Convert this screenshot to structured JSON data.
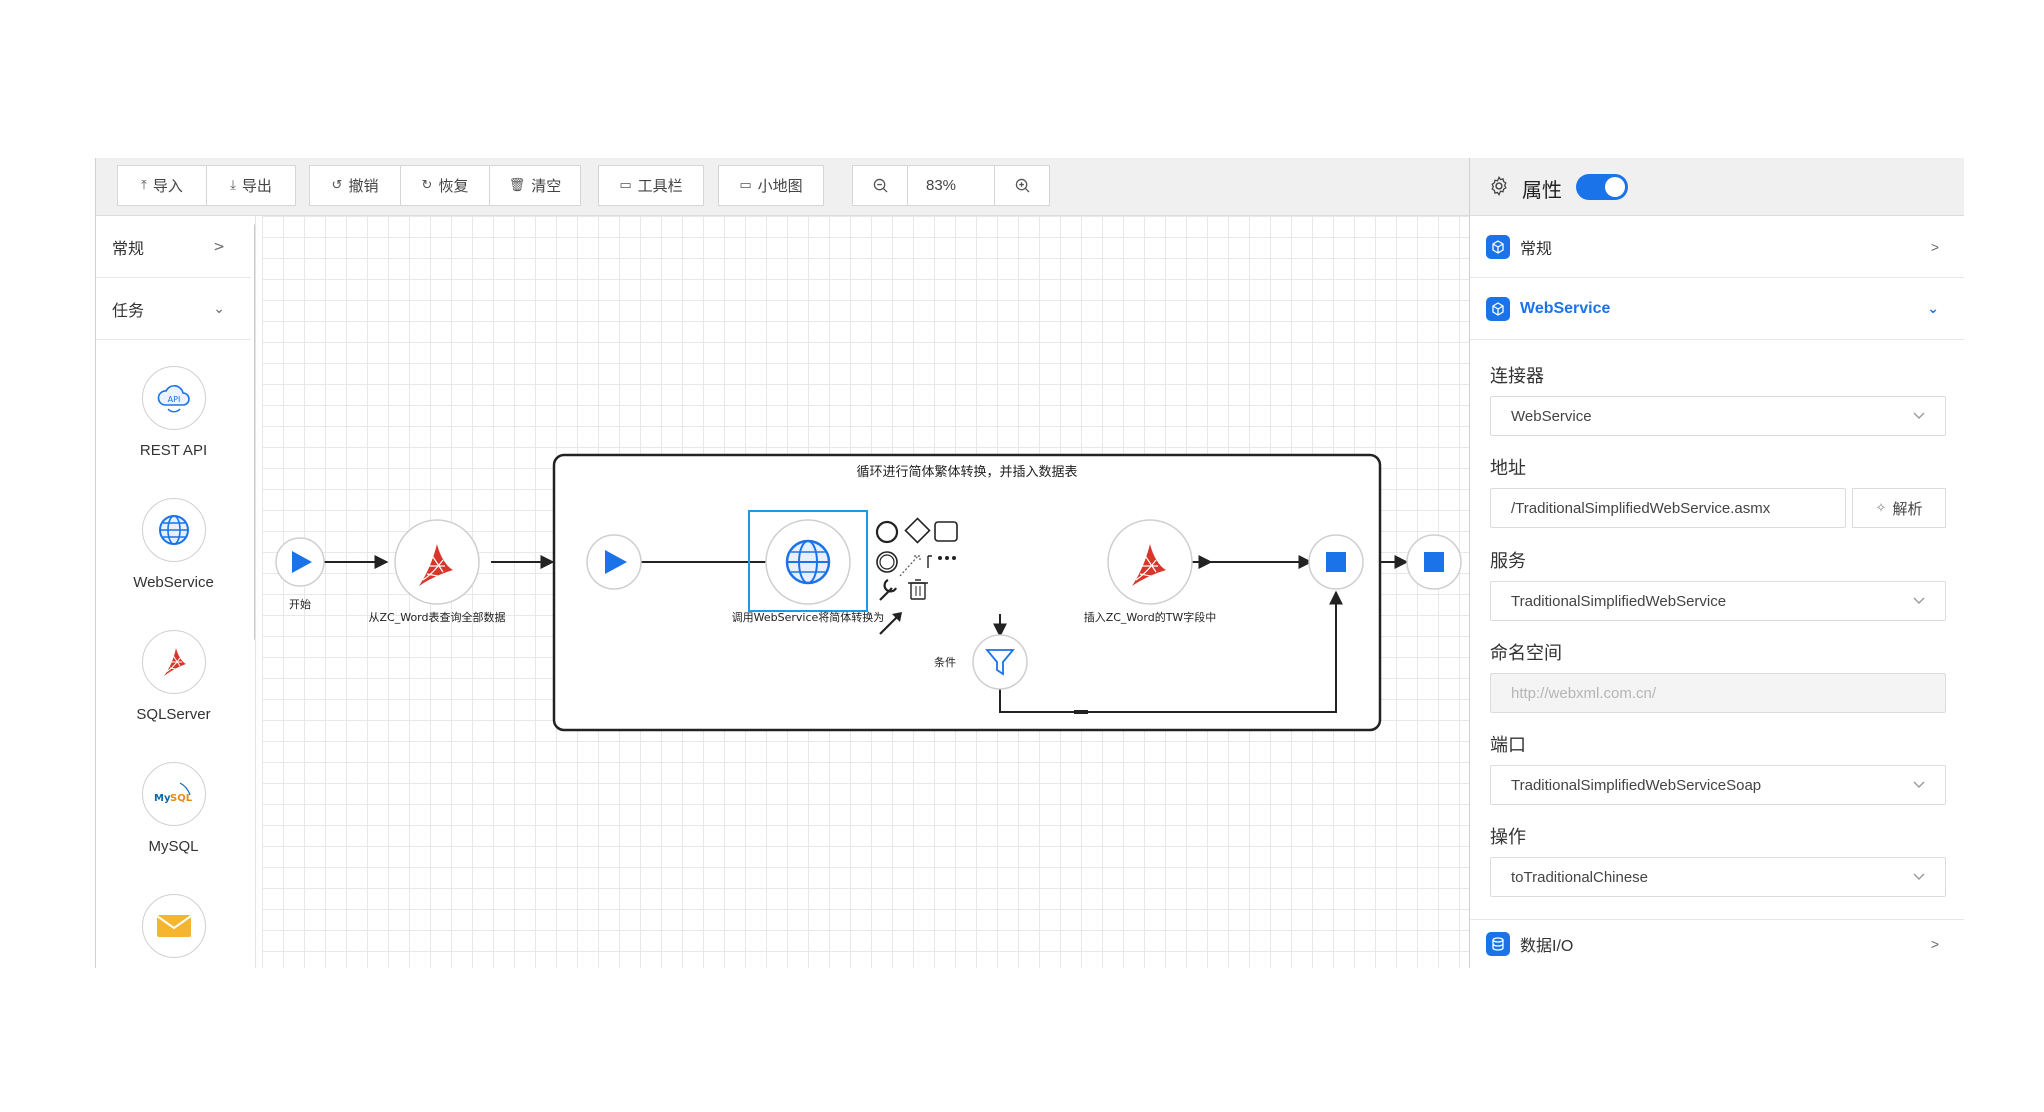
{
  "toolbar": {
    "import_label": "导入",
    "export_label": "导出",
    "undo_label": "撤销",
    "redo_label": "恢复",
    "clear_label": "清空",
    "toolbar_label": "工具栏",
    "minimap_label": "小地图",
    "zoom_value": "83%"
  },
  "properties": {
    "title": "属性",
    "toggle_on": true,
    "sections": {
      "general": "常规",
      "webservice": "WebService",
      "data_io": "数据I/O"
    },
    "fields": {
      "connector_label": "连接器",
      "connector_value": "WebService",
      "address_label": "地址",
      "address_value": "/TraditionalSimplifiedWebService.asmx",
      "parse_label": "解析",
      "service_label": "服务",
      "service_value": "TraditionalSimplifiedWebService",
      "namespace_label": "命名空间",
      "namespace_value": "http://webxml.com.cn/",
      "port_label": "端口",
      "port_value": "TraditionalSimplifiedWebServiceSoap",
      "operation_label": "操作",
      "operation_value": "toTraditionalChinese"
    },
    "accent_color": "#1a73e8"
  },
  "sidebar": {
    "categories": {
      "general": "常规",
      "tasks": "任务"
    },
    "tools": [
      {
        "label": "REST API",
        "icon": "rest-api-icon"
      },
      {
        "label": "WebService",
        "icon": "webservice-globe-icon"
      },
      {
        "label": "SQLServer",
        "icon": "sqlserver-icon"
      },
      {
        "label": "MySQL",
        "icon": "mysql-icon"
      },
      {
        "label": "",
        "icon": "email-icon"
      }
    ]
  },
  "canvas": {
    "loop_title": "循环进行简体繁体转换，并插入数据表",
    "nodes": {
      "start_label": "开始",
      "query_label": "从ZC_Word表查询全部数据",
      "call_label": "调用WebService将简体转换为",
      "insert_label": "插入ZC_Word的TW字段中",
      "condition_label": "条件"
    },
    "node_accent": "#1a73e8"
  }
}
